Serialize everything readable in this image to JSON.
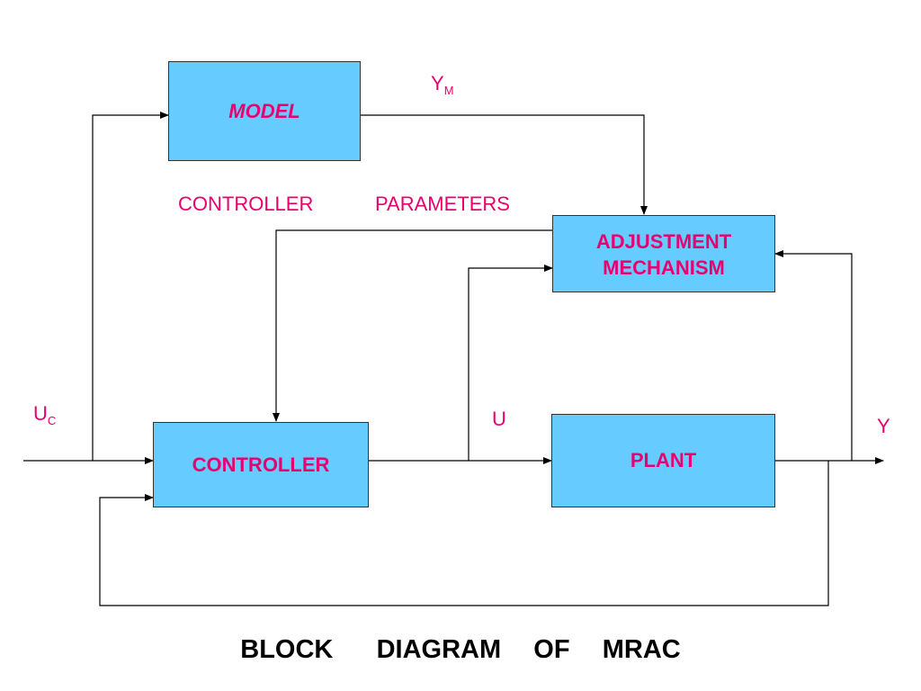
{
  "diagram": {
    "blocks": {
      "model": "MODEL",
      "adjustment": "ADJUSTMENT\nMECHANISM",
      "controller": "CONTROLLER",
      "plant": "PLANT"
    },
    "labels": {
      "ym_main": "Y",
      "ym_sub": "M",
      "controller_parameters_1": "CONTROLLER",
      "controller_parameters_2": "PARAMETERS",
      "uc_main": "U",
      "uc_sub": "C",
      "u": "U",
      "y": "Y"
    },
    "caption": "BLOCK    DIAGRAM   OF   MRAC",
    "colors": {
      "block_fill": "#66ccff",
      "block_text": "#e8006f",
      "label_text": "#e8006f",
      "line": "#000000"
    }
  }
}
